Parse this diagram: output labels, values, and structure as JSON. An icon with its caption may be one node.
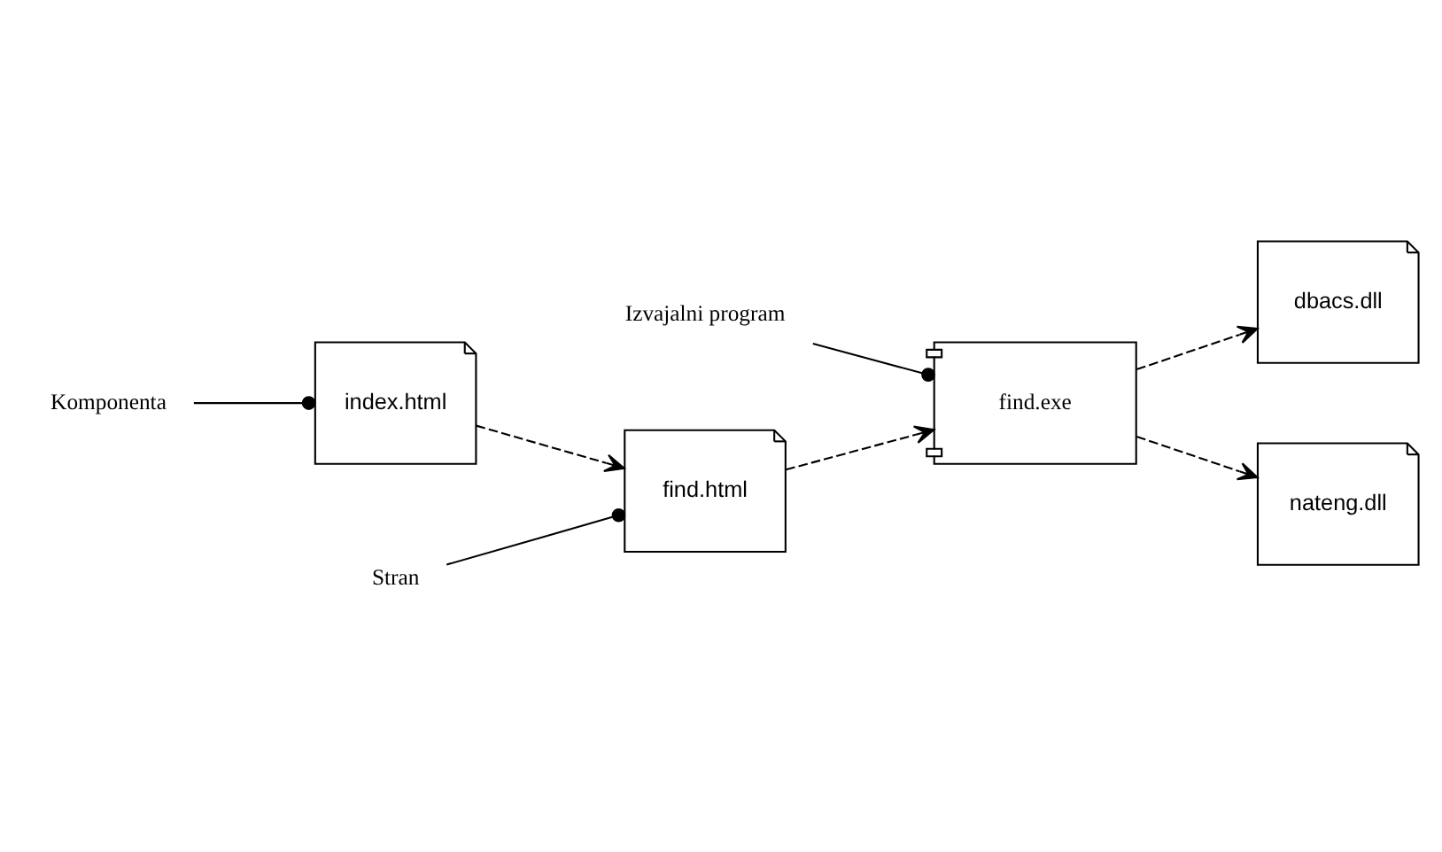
{
  "diagram": {
    "nodes": [
      {
        "text": [
          "find.html"
        ]
      },
      {
        "text": [
          "find.exe"
        ]
      },
      {
        "text": [
          "index.html"
        ]
      },
      {
        "text": [
          "dbacs.dll"
        ]
      },
      {
        "text": [
          "nateng.dll"
        ]
      },
      {
        "text": [
          "Stran"
        ]
      },
      {
        "text": [
          "Izvajalni program"
        ]
      },
      {
        "text": [
          "Komponenta"
        ]
      }
    ],
    "edges": [
      {
        "from": 2,
        "to": 0,
        "arrow": "to",
        "style": "dashed"
      },
      {
        "from": 0,
        "to": 1,
        "arrow": "to",
        "style": "dashed"
      },
      {
        "from": 1,
        "to": 3,
        "arrow": "to",
        "style": "dashed"
      },
      {
        "from": 1,
        "to": 4,
        "arrow": "to",
        "style": "dashed"
      },
      {
        "from": 5,
        "to": 0,
        "arrow": "other"
      },
      {
        "from": 6,
        "to": 1,
        "arrow": "other"
      },
      {
        "from": 7,
        "to": 2,
        "arrow": "other"
      }
    ]
  }
}
